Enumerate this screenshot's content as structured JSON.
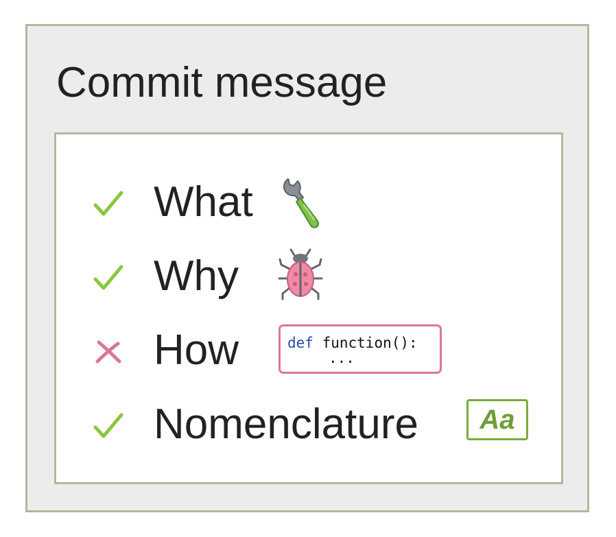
{
  "title": "Commit message",
  "colors": {
    "panel_border": "#b0b89e",
    "panel_background": "#ececec",
    "check_mark": "#8cc63f",
    "cross_mark": "#d9769a",
    "code_border": "#d9769a",
    "code_keyword": "#2a4a9a",
    "badge_green": "#7aaa3c"
  },
  "items": [
    {
      "label": "What",
      "status": "check",
      "icon": "wrench-icon"
    },
    {
      "label": "Why",
      "status": "check",
      "icon": "bug-icon"
    },
    {
      "label": "How",
      "status": "cross",
      "icon": "code-snippet",
      "code": {
        "keyword": "def",
        "rest": " function():",
        "line2": "..."
      }
    },
    {
      "label": "Nomenclature",
      "status": "check",
      "icon": "text-style-icon",
      "badge": "Aa"
    }
  ]
}
